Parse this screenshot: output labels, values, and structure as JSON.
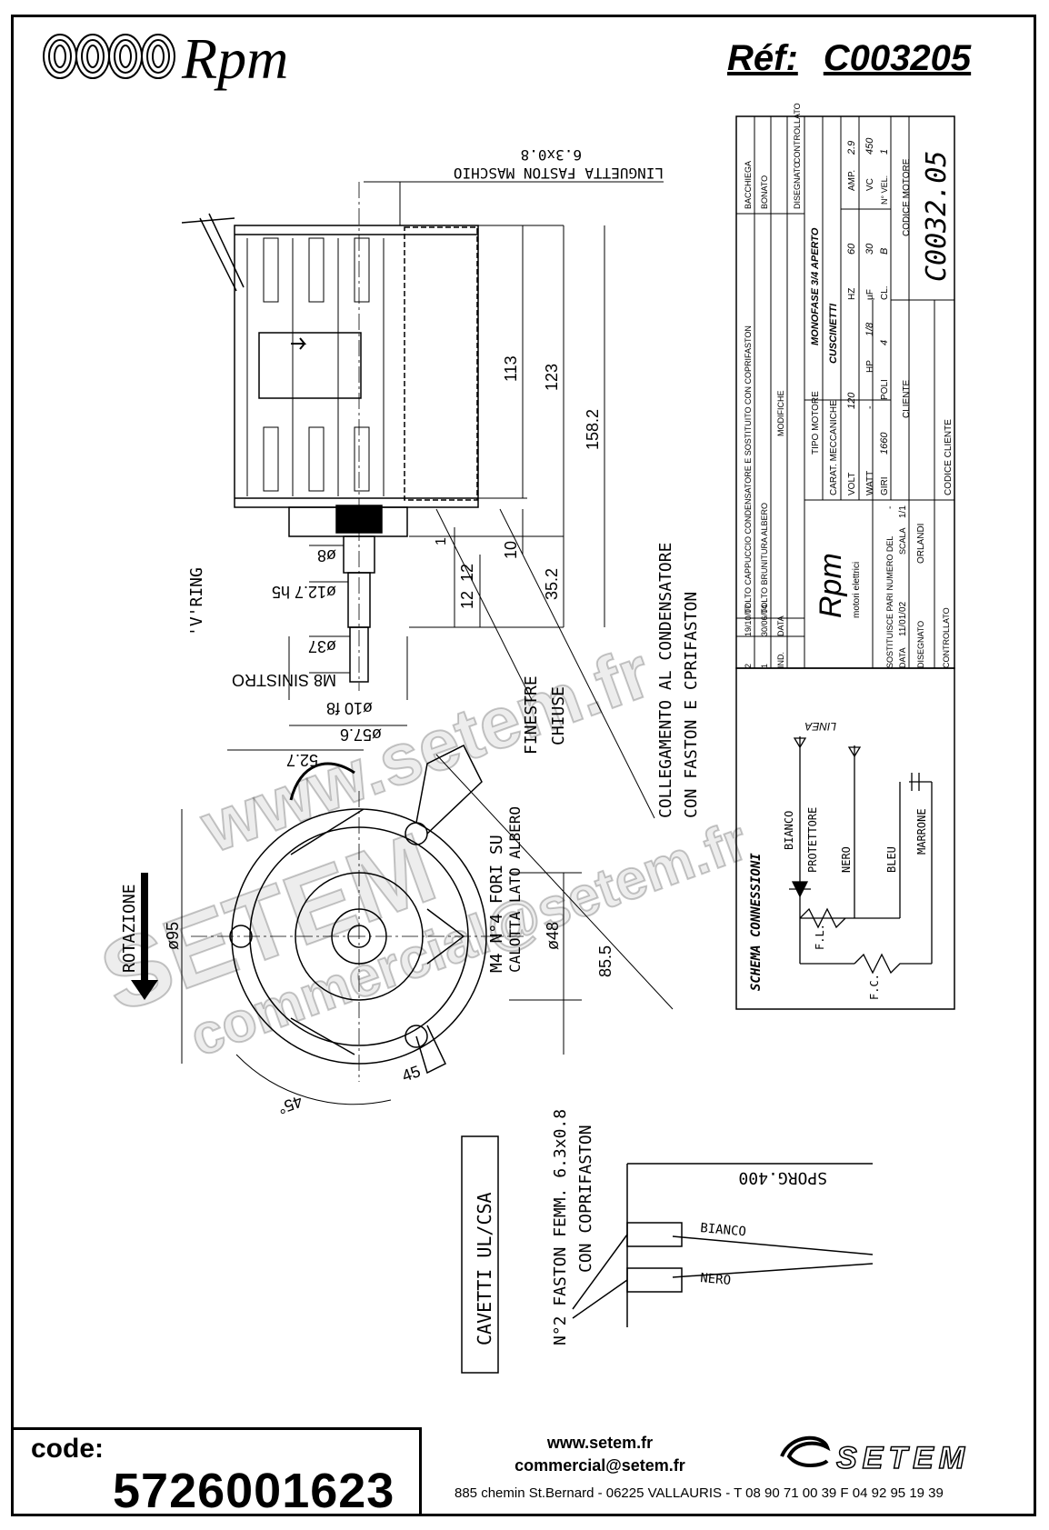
{
  "header": {
    "logo_text": "Rpm",
    "ref_label": "Réf:",
    "ref_value": "C003205"
  },
  "drawing": {
    "faston_male_label": "LINGUETTA FASTON MASCHIO",
    "faston_male_size": "6.3x0.8",
    "dim_113": "113",
    "dim_123": "123",
    "dim_158": "158.2",
    "dim_10": "10",
    "dim_35": "35.2",
    "dim_12a": "12",
    "dim_12b": "12",
    "dim_1": "1",
    "dim_phi8": "ø8",
    "dim_phi12": "ø12.7 h5",
    "dim_phi37": "ø37",
    "dim_m8": "M8 SINISTRO",
    "dim_phi10": "ø10 f8",
    "dim_phi57": "ø57.6",
    "dim_52": "52.7",
    "vring": "'V'RING",
    "finestre": "FINESTRE",
    "chiuse": "CHIUSE",
    "collegamento_1": "COLLEGAMENTO AL CONDENSATORE",
    "collegamento_2": "CON FASTON E CPRIFASTON",
    "m4_1": "M4 N°4 FORI SU",
    "m4_2": "CALOTTA LATO ALBERO",
    "dim_phi48": "ø48",
    "dim_phi95": "ø95",
    "dim_85": "85.5",
    "dim_45a": "45",
    "dim_45b": "45°",
    "rotazione": "ROTAZIONE",
    "cavetti": "CAVETTI UL/CSA",
    "faston_fem_1": "N°2 FASTON FEMM. 6.3x0.8",
    "faston_fem_2": "CON COPRIFASTON",
    "sporg": "SPORG.400",
    "bianco_wire": "BIANCO",
    "nero_wire": "NERO"
  },
  "schema": {
    "title": "SCHEMA CONNESSIONI",
    "linea": "LINEA",
    "bianco": "BIANCO",
    "protettore": "PROTETTORE",
    "nero": "NERO",
    "bleu": "BLEU",
    "marrone": "MARRONE",
    "fl": "F.L.",
    "fc": "F.C."
  },
  "title_block": {
    "rev2_ind": "2",
    "rev2_date": "19/10/07",
    "rev2_text": "TOLTO CAPPUCCIO CONDENSATORE E SOSTITUITO CON COPRIFASTON",
    "rev2_by": "BACCHIEGA",
    "rev1_ind": "1",
    "rev1_date": "30/06/04",
    "rev1_text": "TOLTO BRUNITURA ALBERO",
    "rev1_by": "BONATO",
    "ind_label": "IND.",
    "data_label": "DATA",
    "modifiche": "MODIFICHE",
    "disegnato": "DISEGNATO",
    "controllato": "CONTROLLATO",
    "brand": "Rpm",
    "brand_sub": "motori elettrici",
    "sostituisce": "SOSTITUISCE PARI NUMERO DEL",
    "sostituisce_val": "-",
    "data": "DATA",
    "data_val": "11/01/02",
    "scala": "SCALA",
    "scala_val": "1/1",
    "disegnato_label": "DISEGNATO",
    "disegnato_val": "ORLANDI",
    "controllato_label": "CONTROLLATO",
    "tipo_motore": "TIPO MOTORE",
    "tipo_val": "MONOFASE 3/4 APERTO",
    "carat": "CARAT. MECCANICHE",
    "carat_val": "CUSCINETTI",
    "volt": "VOLT",
    "volt_val": "120",
    "hz": "HZ",
    "hz_val": "60",
    "amp": "AMP.",
    "amp_val": "2.9",
    "watt": "WATT",
    "watt_val": "-",
    "hp": "HP",
    "hp_val": "1/8",
    "uf": "µF",
    "uf_val": "30",
    "vc": "VC",
    "vc_val": "450",
    "giri": "GIRI",
    "giri_val": "1660",
    "poli": "POLI",
    "poli_val": "4",
    "cl": "CL.",
    "cl_val": "B",
    "nvel": "N° VEL.",
    "nvel_val": "1",
    "cliente": "CLIENTE",
    "codice_cliente": "CODICE CLIENTE",
    "codice_motore": "CODICE MOTORE",
    "codice_motore_val": "C0032.05"
  },
  "footer": {
    "code_label": "code:",
    "code_value": "5726001623",
    "website": "www.setem.fr",
    "email": "commercial@setem.fr",
    "address": "885 chemin St.Bernard  -  06225 VALLAURIS  -  T 08 90 71 00 39   F 04 92 95 19 39",
    "setem_logo": "SETEM"
  },
  "watermark": {
    "w1": "www.setem.fr",
    "w2": "SETEM",
    "w3": "commercial@setem.fr"
  }
}
